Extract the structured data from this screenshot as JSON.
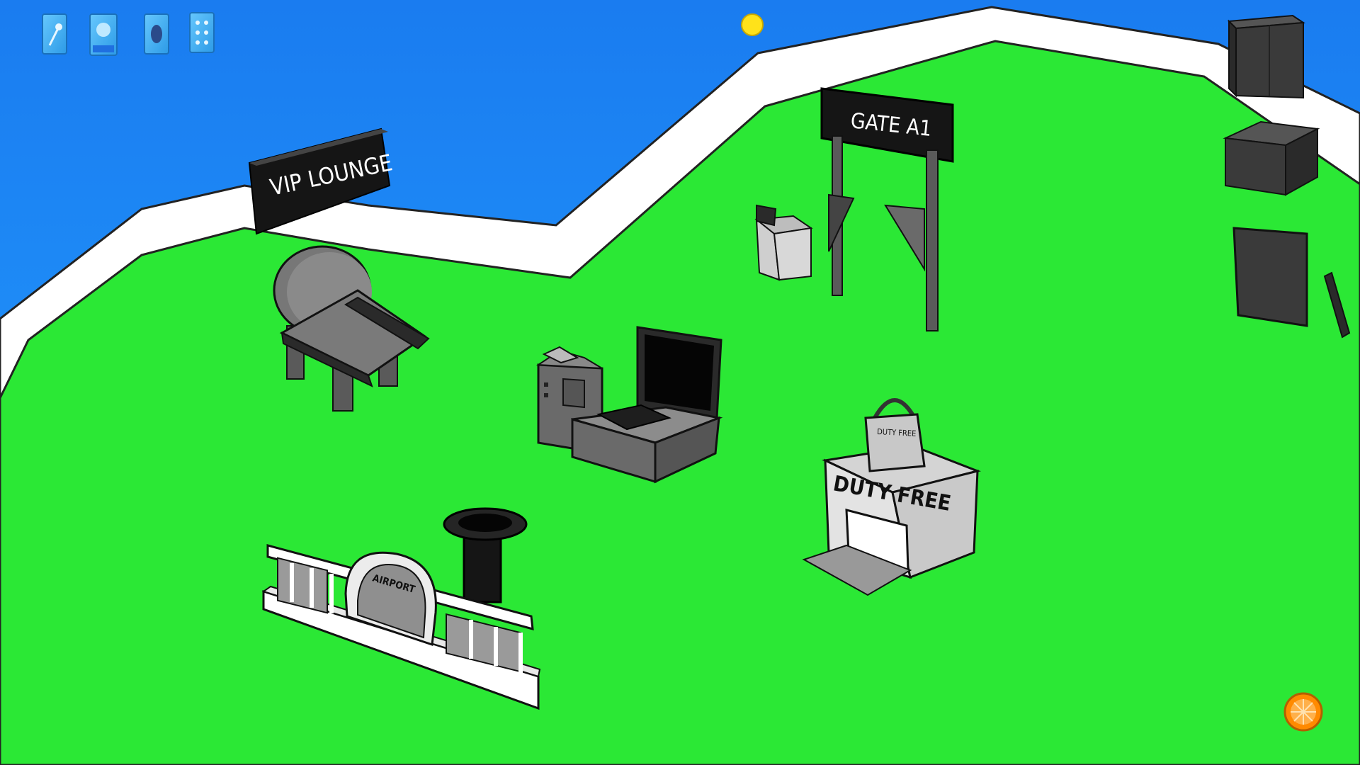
{
  "scene": {
    "colors": {
      "sky": "#1a86f0",
      "ground": "#2be835",
      "border": "#ffffff",
      "sun": "#ffe21a",
      "object_dark": "#3a3a3a",
      "object_light": "#d6d6d6",
      "orange_button": "#ff8a00"
    }
  },
  "signs": {
    "vip_lounge": "VIP LOUNGE",
    "gate": "GATE A1",
    "duty_free_store": "DUTY FREE",
    "duty_free_bag": "DUTY FREE",
    "airport": "AIRPORT"
  },
  "toolbar": {
    "tools": [
      {
        "icon": "wand-icon"
      },
      {
        "icon": "image-icon"
      },
      {
        "icon": "egg-icon"
      },
      {
        "icon": "grid-icon"
      }
    ]
  },
  "palette": {
    "items": [
      {
        "icon": "dark-cabinet-icon"
      },
      {
        "icon": "dark-safe-icon"
      },
      {
        "icon": "dark-panel-icon"
      }
    ]
  },
  "hud": {
    "sun_icon": "sun-icon",
    "orange_icon": "orange-slice-icon"
  }
}
